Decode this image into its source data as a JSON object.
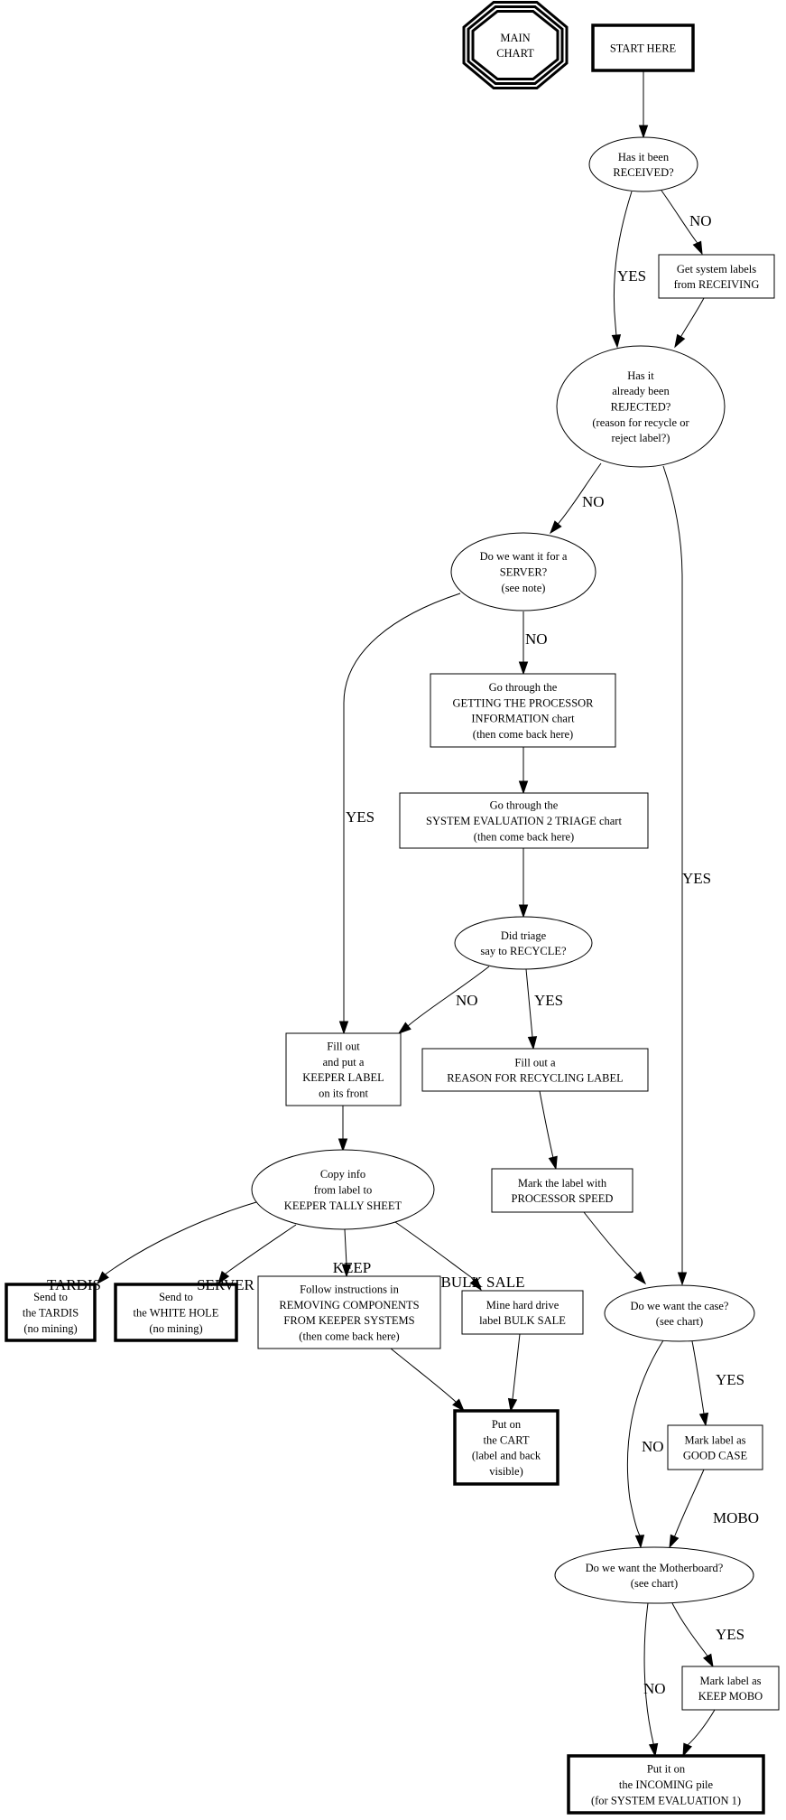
{
  "title": "MAIN CHART flowchart",
  "colors": {
    "stroke": "#000000",
    "background": "#ffffff",
    "text": "#000000"
  },
  "nodes": [
    {
      "id": "main_chart",
      "shape": "tripleoctagon",
      "lines": [
        "MAIN",
        "CHART"
      ]
    },
    {
      "id": "start",
      "shape": "box-bold",
      "lines": [
        "START HERE"
      ]
    },
    {
      "id": "received_q",
      "shape": "ellipse",
      "lines": [
        "Has it been",
        "RECEIVED?"
      ]
    },
    {
      "id": "get_labels",
      "shape": "box",
      "lines": [
        "Get system labels",
        "from RECEIVING"
      ]
    },
    {
      "id": "rejected_q",
      "shape": "ellipse",
      "lines": [
        "Has it",
        "already been",
        "REJECTED?",
        "(reason for recycle or",
        "reject label?)"
      ]
    },
    {
      "id": "server_q",
      "shape": "ellipse",
      "lines": [
        "Do we want it for a",
        "SERVER?",
        "(see note)"
      ]
    },
    {
      "id": "processor_info",
      "shape": "box",
      "lines": [
        "Go through the",
        "GETTING THE PROCESSOR",
        "INFORMATION chart",
        "(then come back here)"
      ]
    },
    {
      "id": "sys_eval2",
      "shape": "box",
      "lines": [
        "Go through the",
        "SYSTEM EVALUATION 2 TRIAGE chart",
        "(then come back here)"
      ]
    },
    {
      "id": "triage_q",
      "shape": "ellipse",
      "lines": [
        "Did triage",
        "say to RECYCLE?"
      ]
    },
    {
      "id": "keeper_label",
      "shape": "box",
      "lines": [
        "Fill out",
        "and put a",
        "KEEPER LABEL",
        "on its front"
      ]
    },
    {
      "id": "recycle_label",
      "shape": "box",
      "lines": [
        "Fill out a",
        "REASON FOR RECYCLING LABEL"
      ]
    },
    {
      "id": "copy_info",
      "shape": "ellipse",
      "lines": [
        "Copy info",
        "from label to",
        "KEEPER TALLY SHEET"
      ]
    },
    {
      "id": "processor_speed",
      "shape": "box",
      "lines": [
        "Mark the label with",
        "PROCESSOR SPEED"
      ]
    },
    {
      "id": "tardis",
      "shape": "box-bold",
      "lines": [
        "Send to",
        "the TARDIS",
        "(no mining)"
      ]
    },
    {
      "id": "white_hole",
      "shape": "box-bold",
      "lines": [
        "Send to",
        "the WHITE HOLE",
        "(no mining)"
      ]
    },
    {
      "id": "removing",
      "shape": "box",
      "lines": [
        "Follow instructions in",
        "REMOVING COMPONENTS",
        "FROM KEEPER SYSTEMS",
        "(then come back here)"
      ]
    },
    {
      "id": "bulk_sale",
      "shape": "box",
      "lines": [
        "Mine hard drive",
        "label BULK SALE"
      ]
    },
    {
      "id": "case_q",
      "shape": "ellipse",
      "lines": [
        "Do we want the case?",
        "(see chart)"
      ]
    },
    {
      "id": "cart",
      "shape": "box-bold",
      "lines": [
        "Put on",
        "the CART",
        "(label and back",
        "visible)"
      ]
    },
    {
      "id": "good_case",
      "shape": "box",
      "lines": [
        "Mark label as",
        "GOOD CASE"
      ]
    },
    {
      "id": "mobo_q",
      "shape": "ellipse",
      "lines": [
        "Do we want the Motherboard?",
        "(see chart)"
      ]
    },
    {
      "id": "keep_mobo",
      "shape": "box",
      "lines": [
        "Mark label as",
        "KEEP MOBO"
      ]
    },
    {
      "id": "incoming",
      "shape": "box-bold",
      "lines": [
        "Put it on",
        "the INCOMING pile",
        "(for SYSTEM EVALUATION 1)"
      ]
    }
  ],
  "edges": [
    {
      "from": "start",
      "to": "received_q",
      "label": ""
    },
    {
      "from": "received_q",
      "to": "rejected_q",
      "label": "YES"
    },
    {
      "from": "received_q",
      "to": "get_labels",
      "label": "NO"
    },
    {
      "from": "get_labels",
      "to": "rejected_q",
      "label": ""
    },
    {
      "from": "rejected_q",
      "to": "server_q",
      "label": "NO"
    },
    {
      "from": "rejected_q",
      "to": "case_q",
      "label": "YES"
    },
    {
      "from": "server_q",
      "to": "processor_info",
      "label": "NO"
    },
    {
      "from": "server_q",
      "to": "keeper_label",
      "label": "YES"
    },
    {
      "from": "processor_info",
      "to": "sys_eval2",
      "label": ""
    },
    {
      "from": "sys_eval2",
      "to": "triage_q",
      "label": ""
    },
    {
      "from": "triage_q",
      "to": "keeper_label",
      "label": "NO"
    },
    {
      "from": "triage_q",
      "to": "recycle_label",
      "label": "YES"
    },
    {
      "from": "keeper_label",
      "to": "copy_info",
      "label": ""
    },
    {
      "from": "recycle_label",
      "to": "processor_speed",
      "label": ""
    },
    {
      "from": "processor_speed",
      "to": "case_q",
      "label": ""
    },
    {
      "from": "copy_info",
      "to": "tardis",
      "label": "TARDIS"
    },
    {
      "from": "copy_info",
      "to": "white_hole",
      "label": "SERVER"
    },
    {
      "from": "copy_info",
      "to": "removing",
      "label": "KEEP"
    },
    {
      "from": "copy_info",
      "to": "bulk_sale",
      "label": "BULK SALE"
    },
    {
      "from": "removing",
      "to": "cart",
      "label": ""
    },
    {
      "from": "bulk_sale",
      "to": "cart",
      "label": ""
    },
    {
      "from": "case_q",
      "to": "good_case",
      "label": "YES"
    },
    {
      "from": "case_q",
      "to": "mobo_q",
      "label": "NO"
    },
    {
      "from": "good_case",
      "to": "mobo_q",
      "label": "MOBO"
    },
    {
      "from": "mobo_q",
      "to": "keep_mobo",
      "label": "YES"
    },
    {
      "from": "mobo_q",
      "to": "incoming",
      "label": "NO"
    },
    {
      "from": "keep_mobo",
      "to": "incoming",
      "label": ""
    }
  ]
}
